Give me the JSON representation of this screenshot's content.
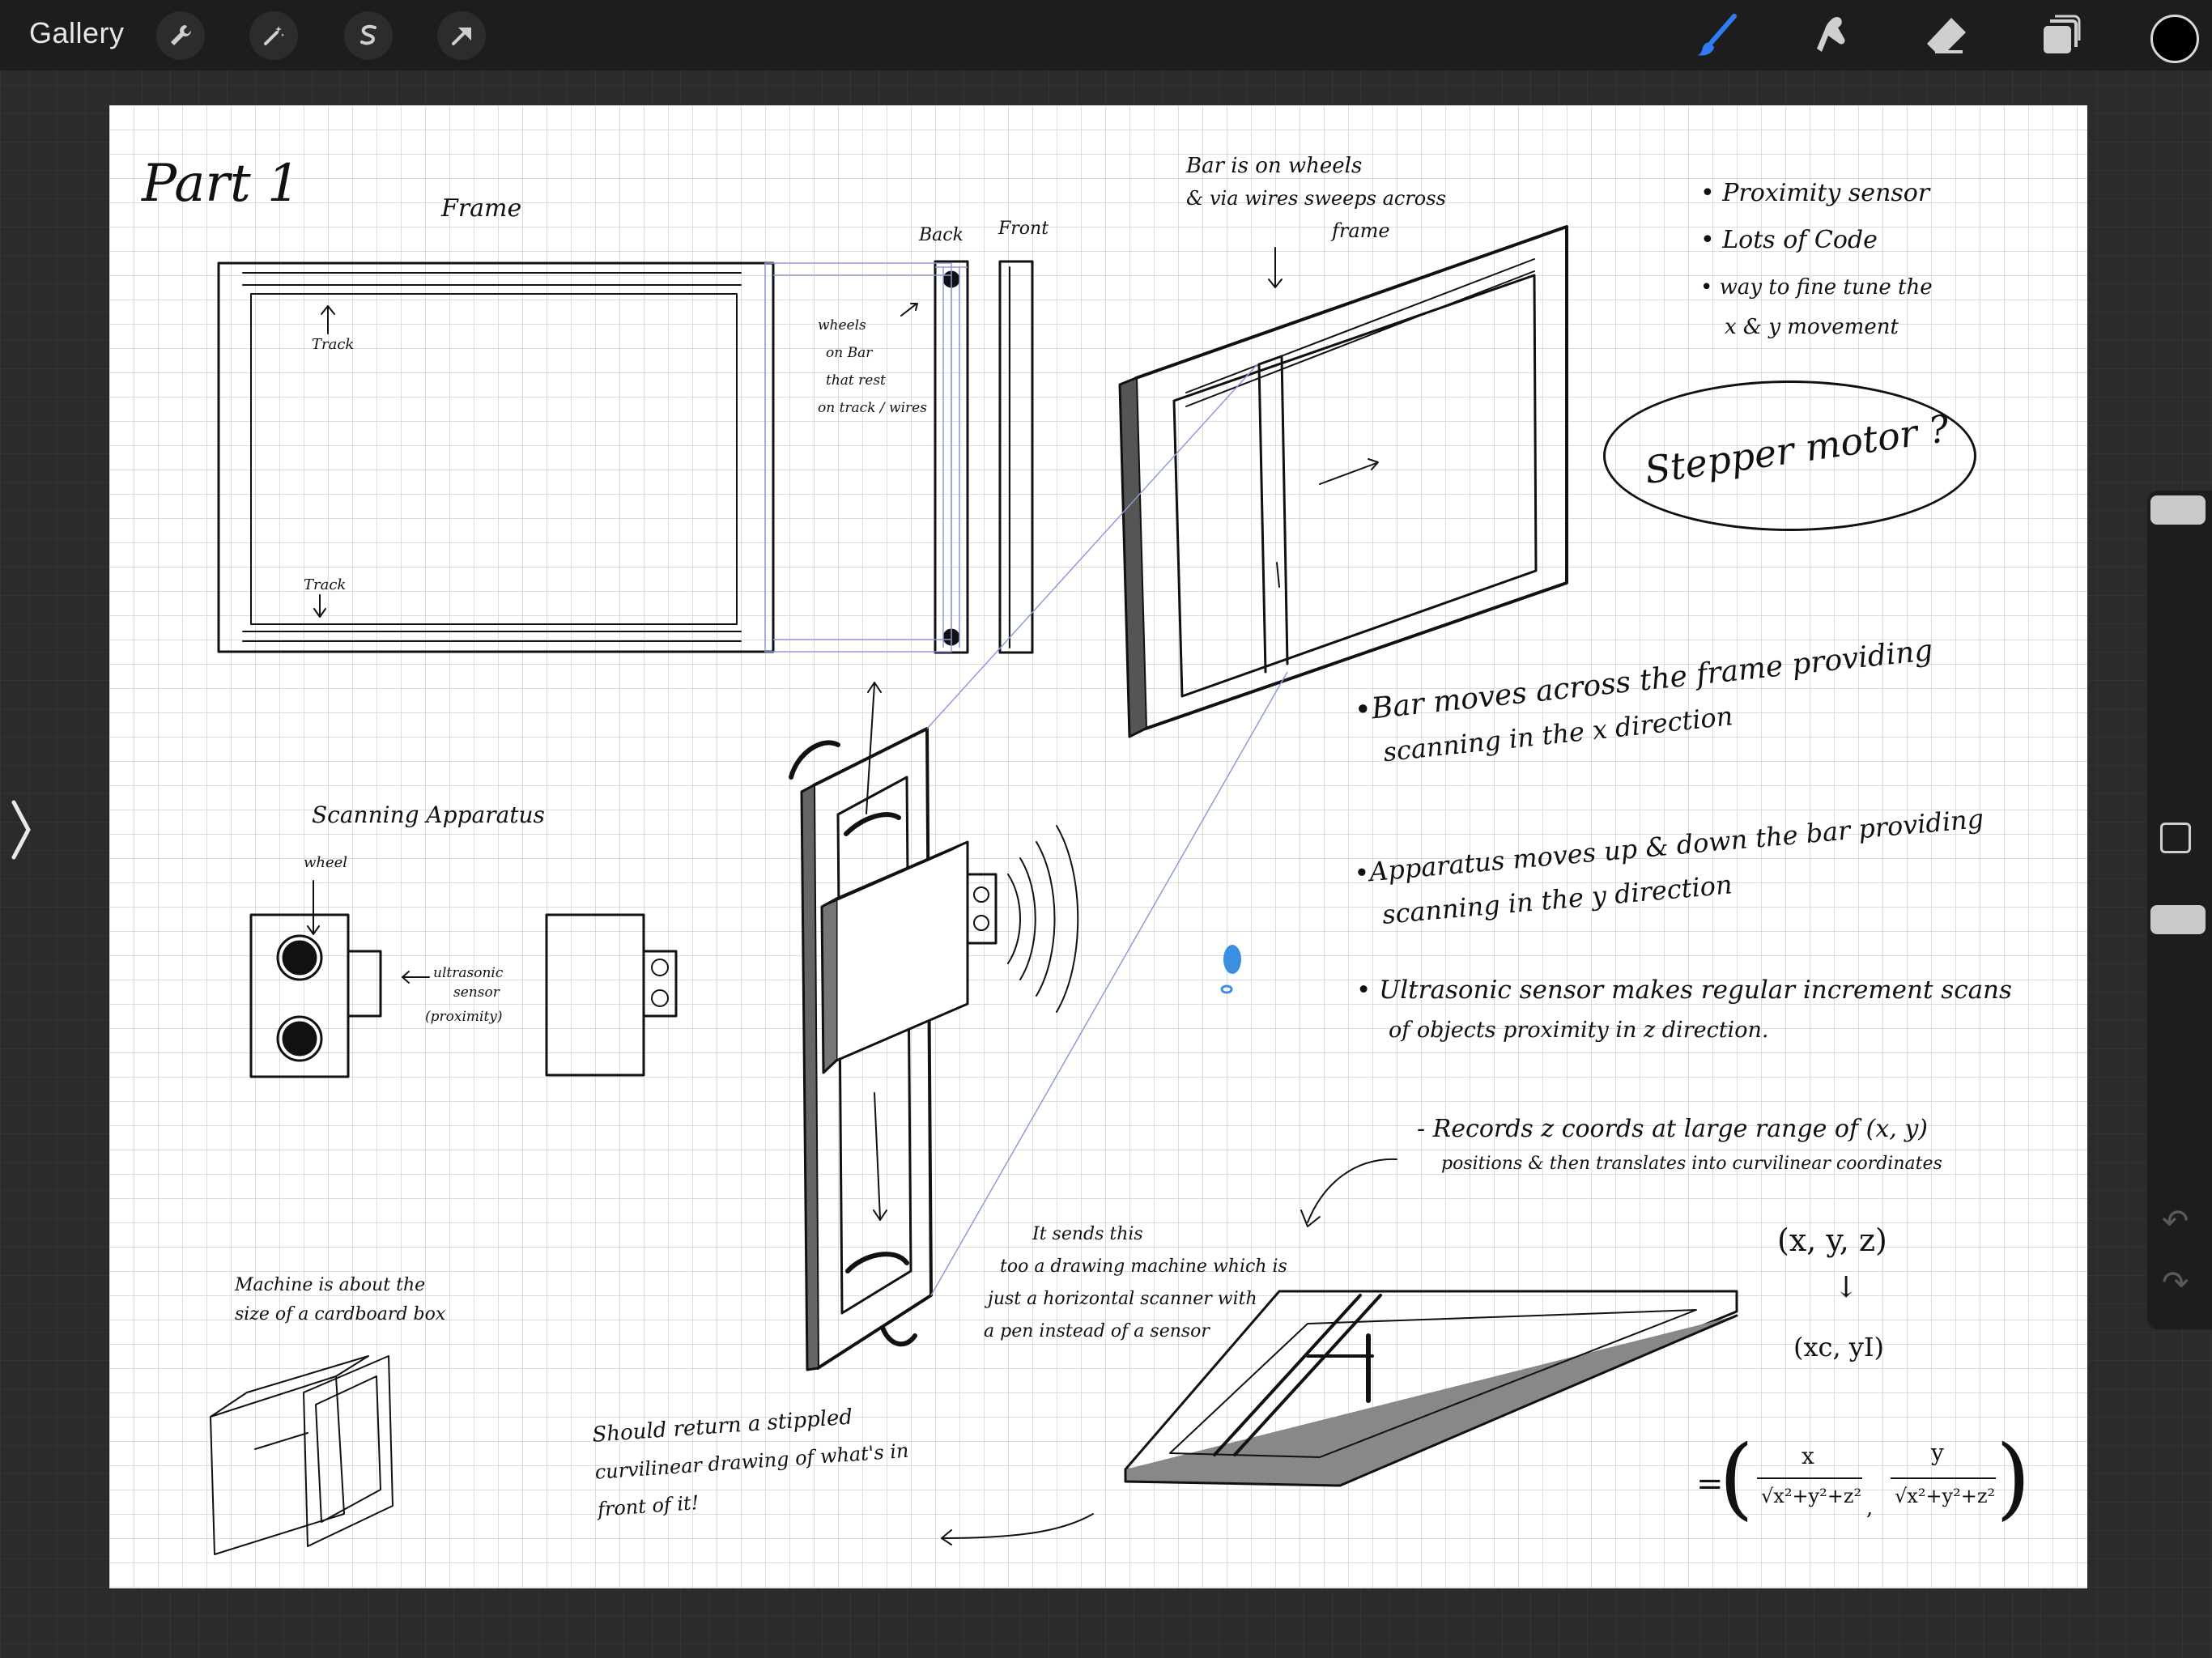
{
  "toolbar": {
    "gallery_label": "Gallery",
    "left_tools": [
      "wrench-icon",
      "magic-wand-icon",
      "selection-icon",
      "transform-arrow-icon"
    ],
    "right_tools": [
      "brush-icon",
      "smudge-icon",
      "eraser-icon",
      "layers-icon"
    ],
    "active_tool_color": "#2f7cf6",
    "current_color": "#000000"
  },
  "sketch": {
    "title": "Part 1",
    "frame_label": "Frame",
    "back_label": "Back",
    "front_label": "Front",
    "track_label_top": "Track",
    "track_label_bottom": "Track",
    "wheels_note": [
      "wheels",
      "on Bar",
      "that rest",
      "on track / wires"
    ],
    "bar_note": [
      "Bar is on wheels",
      "& via wires sweeps across",
      "frame"
    ],
    "bullets_top": [
      "• Proximity sensor",
      "• Lots of Code",
      "• way to fine tune the",
      "x & y movement"
    ],
    "stepper_note": "Stepper motor ?",
    "scanning_label": "Scanning Apparatus",
    "wheel_label": "wheel",
    "ultrasonic_note": [
      "ultrasonic",
      "sensor",
      "(proximity)"
    ],
    "bullet_bar": [
      "•Bar moves across the frame providing",
      "scanning in the x direction"
    ],
    "bullet_apparatus": [
      "•Apparatus moves up & down the bar providing",
      "scanning in the y direction"
    ],
    "bullet_ultrasonic": [
      "• Ultrasonic sensor makes regular increment scans",
      "of objects proximity in z direction."
    ],
    "records_note": [
      "- Records z coords at large range of (x, y)",
      "positions & then translates into curvilinear coordinates"
    ],
    "sends_note": [
      "It sends this",
      "too a drawing machine which is",
      "just a horizontal scanner with",
      "a pen instead of a sensor"
    ],
    "machine_note": [
      "Machine is about the",
      "size of a cardboard box"
    ],
    "return_note": [
      "Should return a stippled",
      "curvilinear drawing of what's in",
      "front of it!"
    ],
    "coords_top": "(x, y, z)",
    "coords_arrow": "↓",
    "coords_bottom": "(xc, yI)",
    "formula_eq": "=",
    "formula_num_x": "x",
    "formula_num_y": "y",
    "formula_den": "√x²+y²+z²"
  }
}
